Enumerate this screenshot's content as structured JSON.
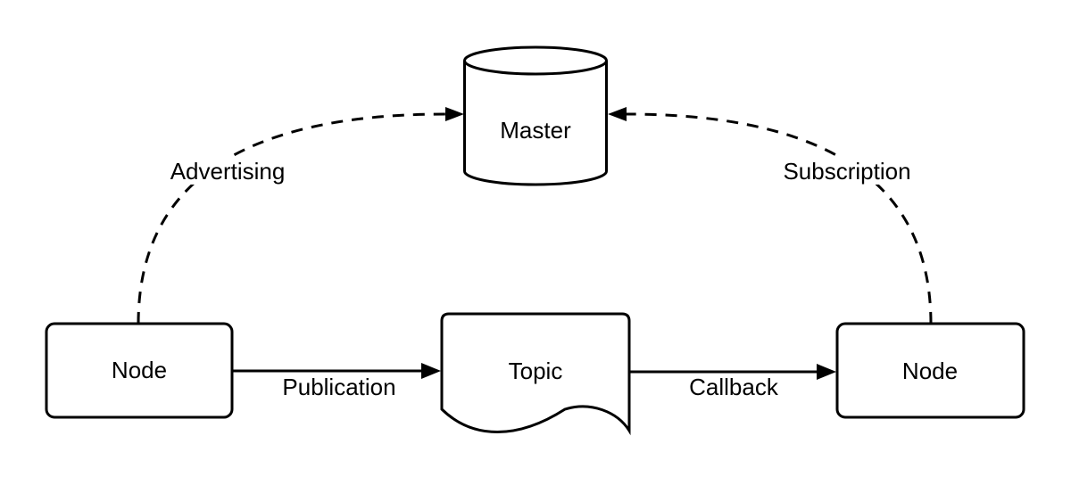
{
  "diagram": {
    "background_color": "#ffffff",
    "stroke_color": "#000000",
    "text_color": "#000000",
    "nodes": {
      "master": {
        "label": "Master",
        "shape": "cylinder"
      },
      "node_left": {
        "label": "Node",
        "shape": "rounded-rectangle"
      },
      "topic": {
        "label": "Topic",
        "shape": "document"
      },
      "node_right": {
        "label": "Node",
        "shape": "rounded-rectangle"
      }
    },
    "edges": {
      "advertising": {
        "label": "Advertising",
        "style": "dashed",
        "from": "node_left",
        "to": "master"
      },
      "subscription": {
        "label": "Subscription",
        "style": "dashed",
        "from": "node_right",
        "to": "master"
      },
      "publication": {
        "label": "Publication",
        "style": "solid",
        "from": "node_left",
        "to": "topic"
      },
      "callback": {
        "label": "Callback",
        "style": "solid",
        "from": "topic",
        "to": "node_right"
      }
    }
  }
}
